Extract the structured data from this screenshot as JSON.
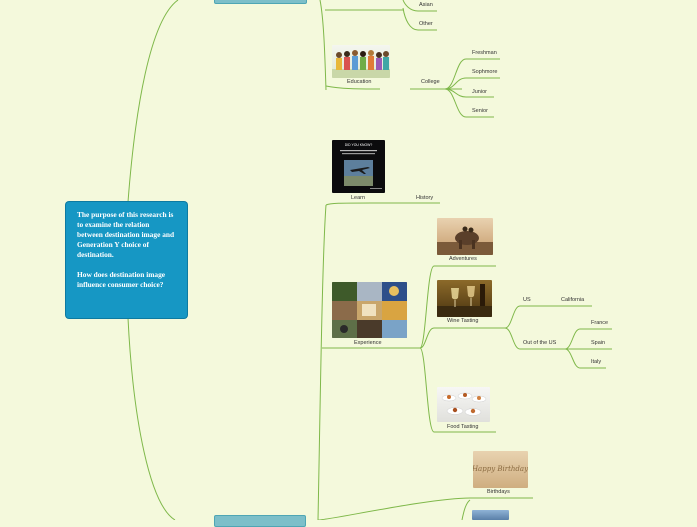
{
  "central": {
    "text": "The purpose of this research is to examine the relation between destination image and Generation Y choice of destination.\n\nHow does destination image influence consumer choice?"
  },
  "nodes": {
    "asian": "Asian",
    "other": "Other",
    "education": "Education",
    "college": "College",
    "freshman": "Freshman",
    "sophomore": "Sophmore",
    "junior": "Junior",
    "senior": "Senior",
    "learn": "Learn",
    "history": "History",
    "experience": "Experience",
    "adventures": "Adventures",
    "wine_tasting": "Wine Tasting",
    "us": "US",
    "california": "California",
    "out_of_us": "Out of the US",
    "france": "France",
    "spain": "Spain",
    "italy": "Italy",
    "food_tasting": "Food Tasting",
    "birthdays": "Birthdays"
  },
  "images": {
    "learn_poster_heading": "DID YOU KNOW?",
    "birthday_sand": "Happy Birthday"
  },
  "colors": {
    "background": "#f4f9dc",
    "branch": "#7fb84a",
    "central_fill": "#1697c4",
    "topic_bar": "#7cbfc9"
  }
}
